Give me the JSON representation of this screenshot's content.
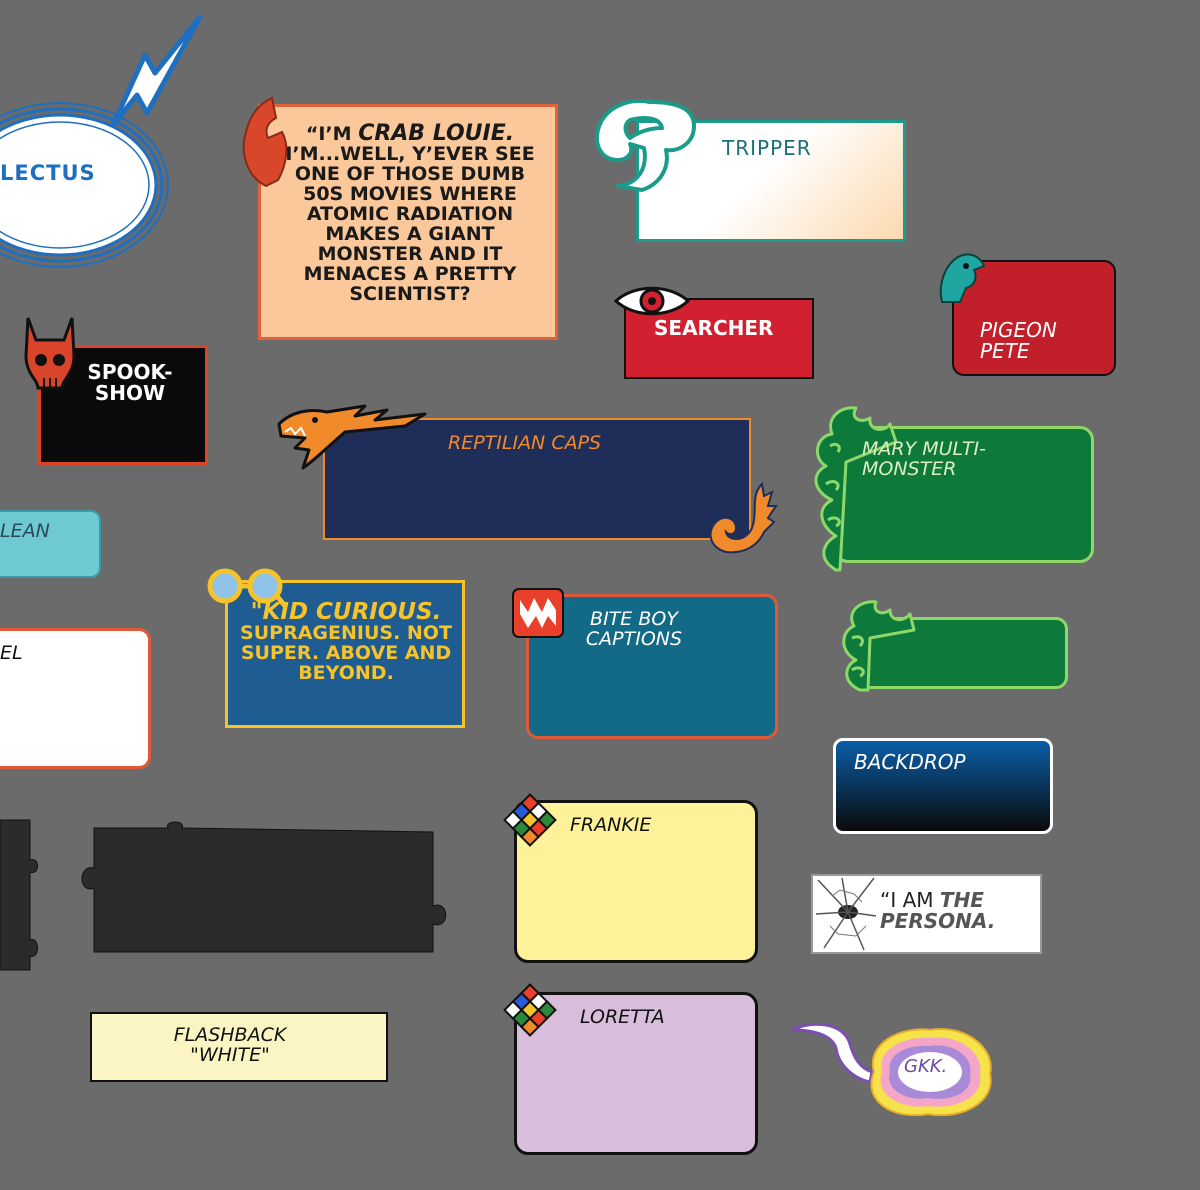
{
  "colors": {
    "background": "#6b6b6b",
    "crab_fill": "#fac89a",
    "crab_border": "#e0623a",
    "tripper_border": "#1b9c8a",
    "searcher_fill": "#d32030",
    "pigeon_fill": "#c11f2a",
    "spook_fill": "#0a0a0a",
    "reptilian_fill": "#1f2e58",
    "reptilian_accent": "#f08a2a",
    "mary_fill": "#0d7a3c",
    "mary_border": "#8ed86a",
    "clean_fill": "#6ec9d3",
    "kid_fill": "#1f5c92",
    "kid_text": "#f6c42a",
    "bite_fill": "#136a86",
    "backdrop_top": "#0a5ea8",
    "frankie_fill": "#fdf29a",
    "loretta_fill": "#d8bedb",
    "flashback_fill": "#fbf5c3",
    "puzzle_fill": "#2b2b2b"
  },
  "captions": {
    "intellectus": "LECTUS",
    "crab_louie": {
      "line1_prefix": "“I’M",
      "line1_emph": "CRAB LOUIE.",
      "body": "I’M...WELL, Y’EVER SEE ONE OF THOSE DUMB 50s MOVIES WHERE ATOMIC RADIATION MAKES A GIANT MONSTER AND IT MENACES A PRETTY SCIENTIST?"
    },
    "tripper": "TRIPPER",
    "searcher": "SEARCHER",
    "pigeon_pete": "PIGEON PETE",
    "spook_show": "SPOOK- SHOW",
    "reptilian_caps": "REPTILIAN CAPS",
    "mary": "MARY MULTI-MONSTER",
    "clean": "LEAN",
    "panel_label": "EL",
    "kid_curious": {
      "line1": "\"KID CURIOUS.",
      "body": "SUPRAGENIUS. NOT SUPER. ABOVE AND BEYOND."
    },
    "bite_boy": "BITE BOY CAPTIONS",
    "backdrop": "BACKDROP",
    "frankie": "FRANKIE",
    "persona": {
      "prefix": "“I AM",
      "emph": "THE PERSONA."
    },
    "flashback": "FLASHBACK \"WHITE\"",
    "loretta": "LORETTA",
    "gkk": "GKK."
  },
  "icons": [
    "lightning-bolt-icon",
    "crab-claw-icon",
    "swirl-icon",
    "eye-icon",
    "bird-head-icon",
    "skull-icon",
    "dragon-icon",
    "dragon-tail-icon",
    "flame-icon",
    "glasses-icon",
    "fanged-mouth-icon",
    "rubik-cube-icon",
    "shattered-glass-icon",
    "spirit-wisp-icon"
  ]
}
